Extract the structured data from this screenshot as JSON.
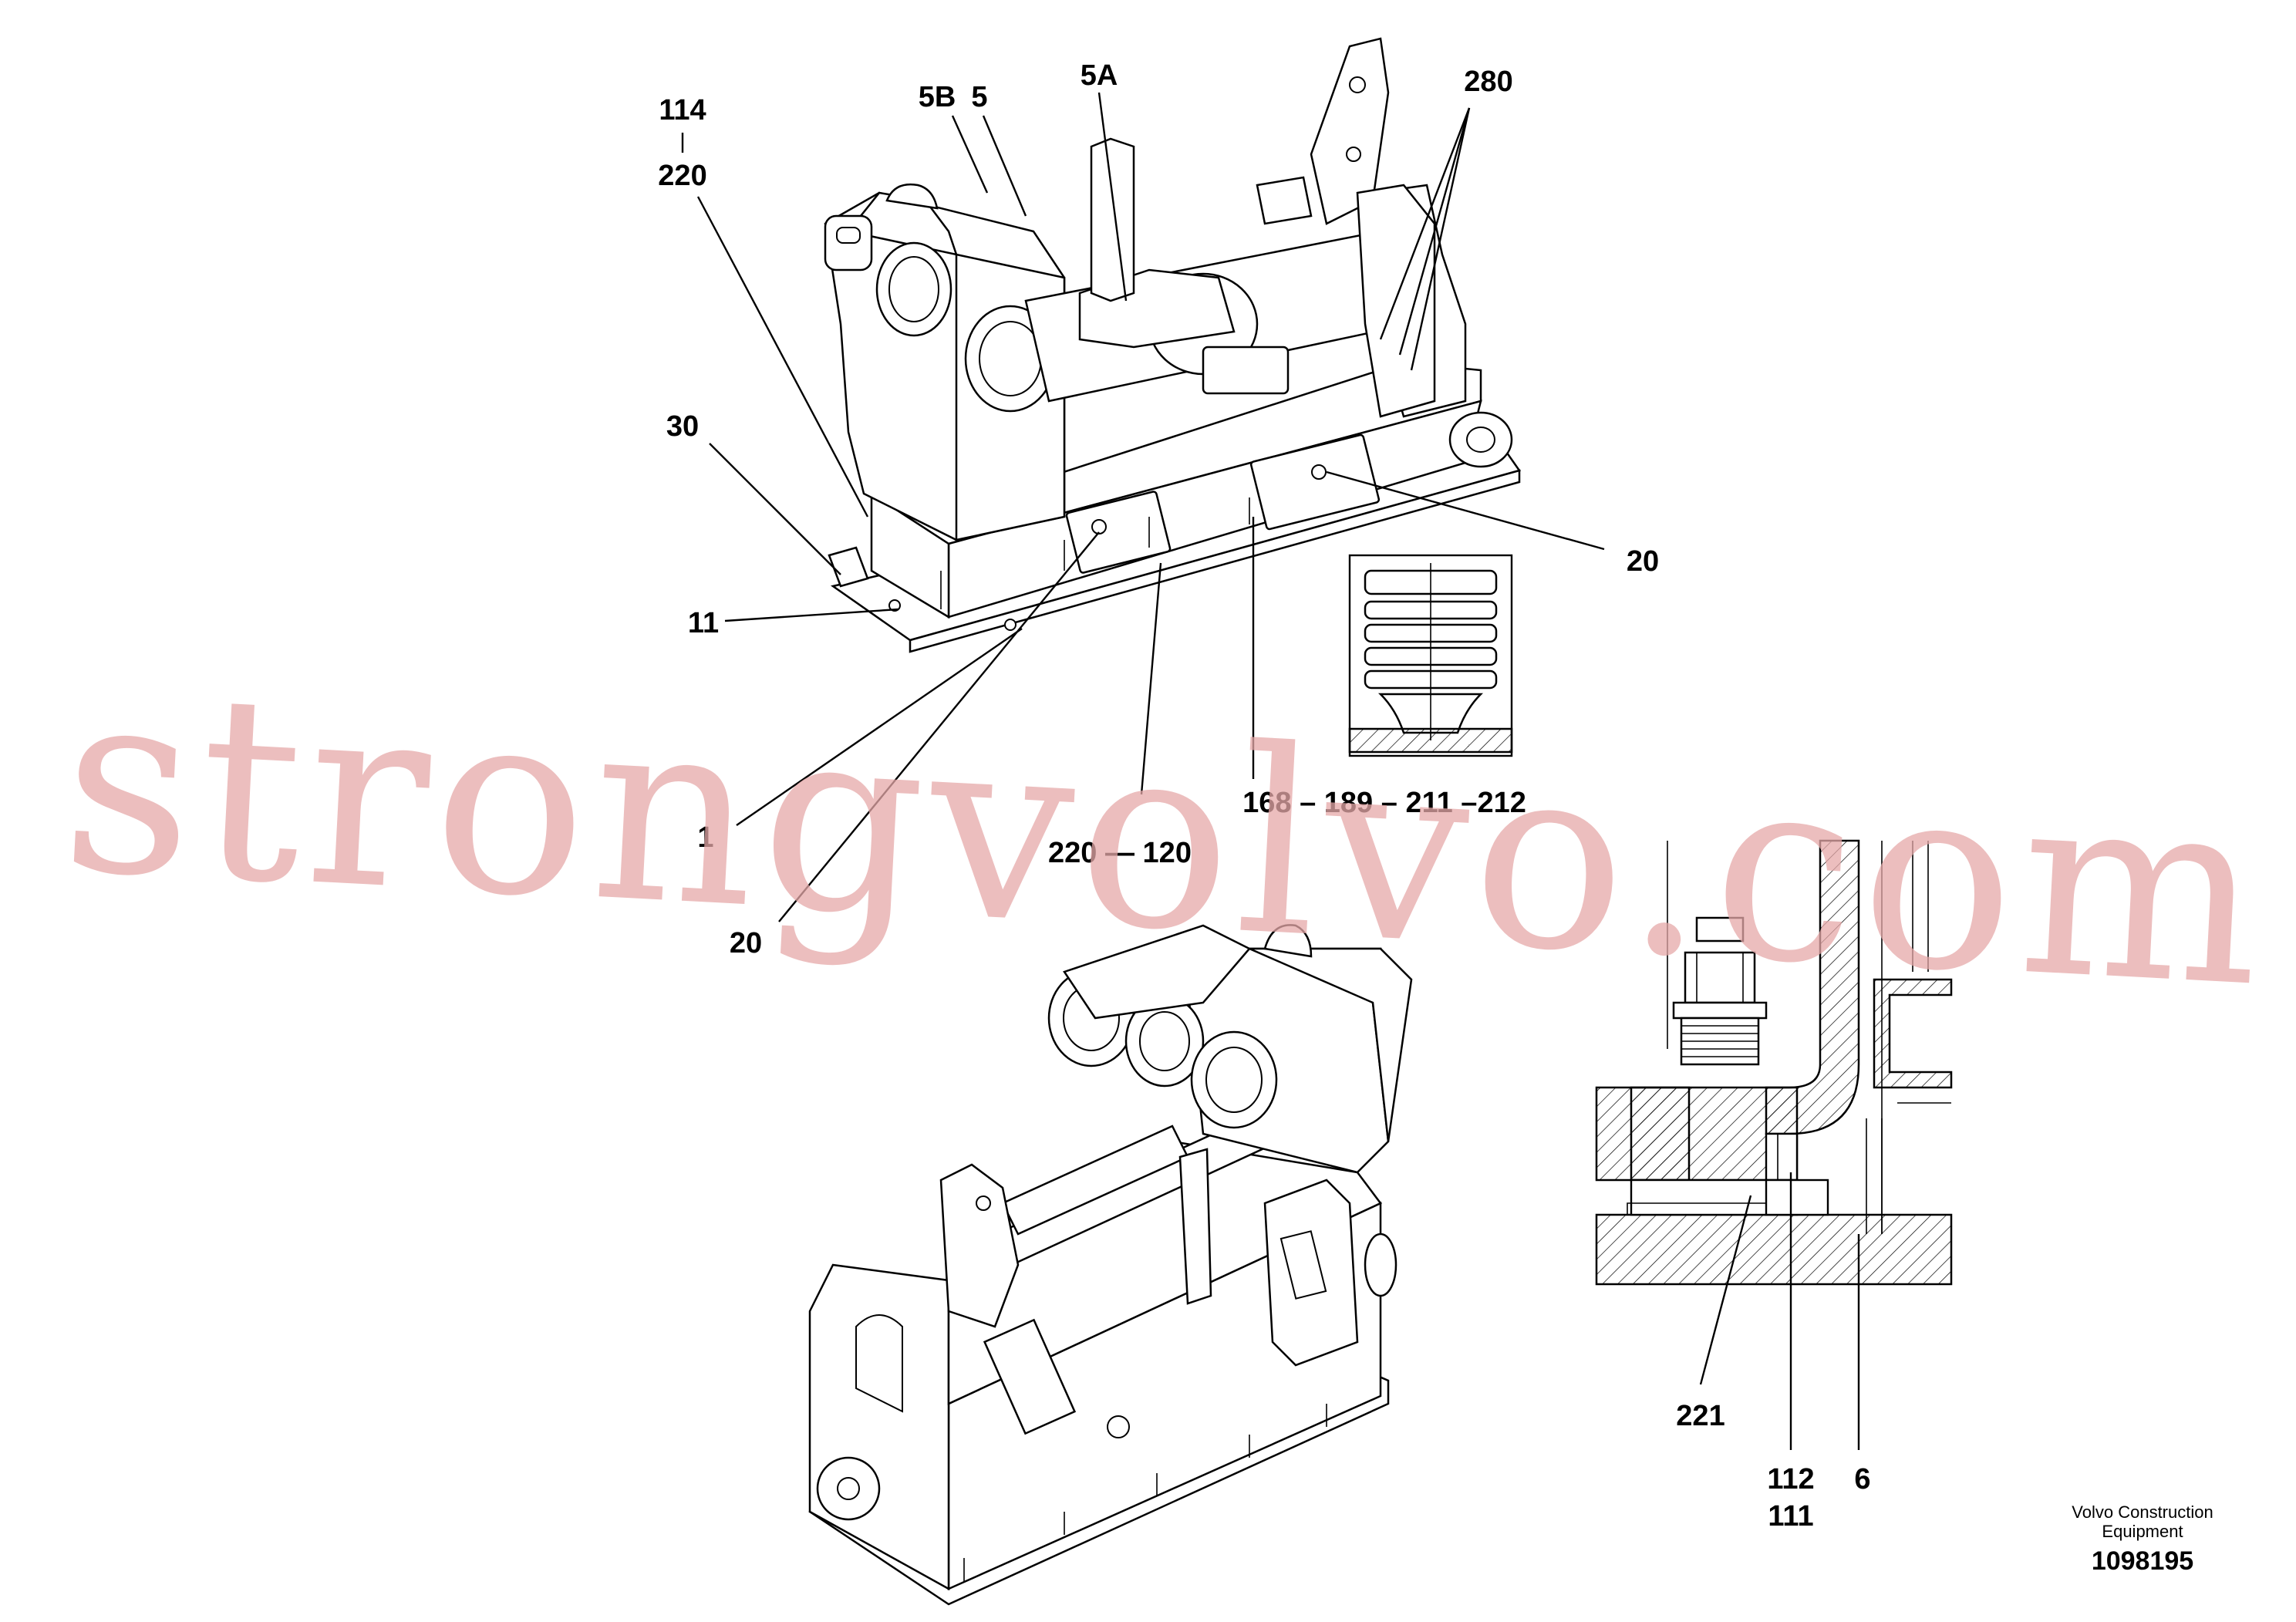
{
  "drawing": {
    "callouts": {
      "c114": "114",
      "c220a": "220",
      "c5b": "5B",
      "c5": "5",
      "c5a": "5A",
      "c280": "280",
      "c30": "30",
      "c11": "11",
      "c20a": "20",
      "c168": "168 – 189 – 211 –212",
      "c1": "1",
      "c220_120": "220 — 120",
      "c20b": "20",
      "c221": "221",
      "c112": "112",
      "c111": "111",
      "c6": "6"
    },
    "footer": {
      "company_line1": "Volvo Construction",
      "company_line2": "Equipment",
      "drawing_number": "1098195"
    },
    "watermark": "strongvolvo.com"
  }
}
